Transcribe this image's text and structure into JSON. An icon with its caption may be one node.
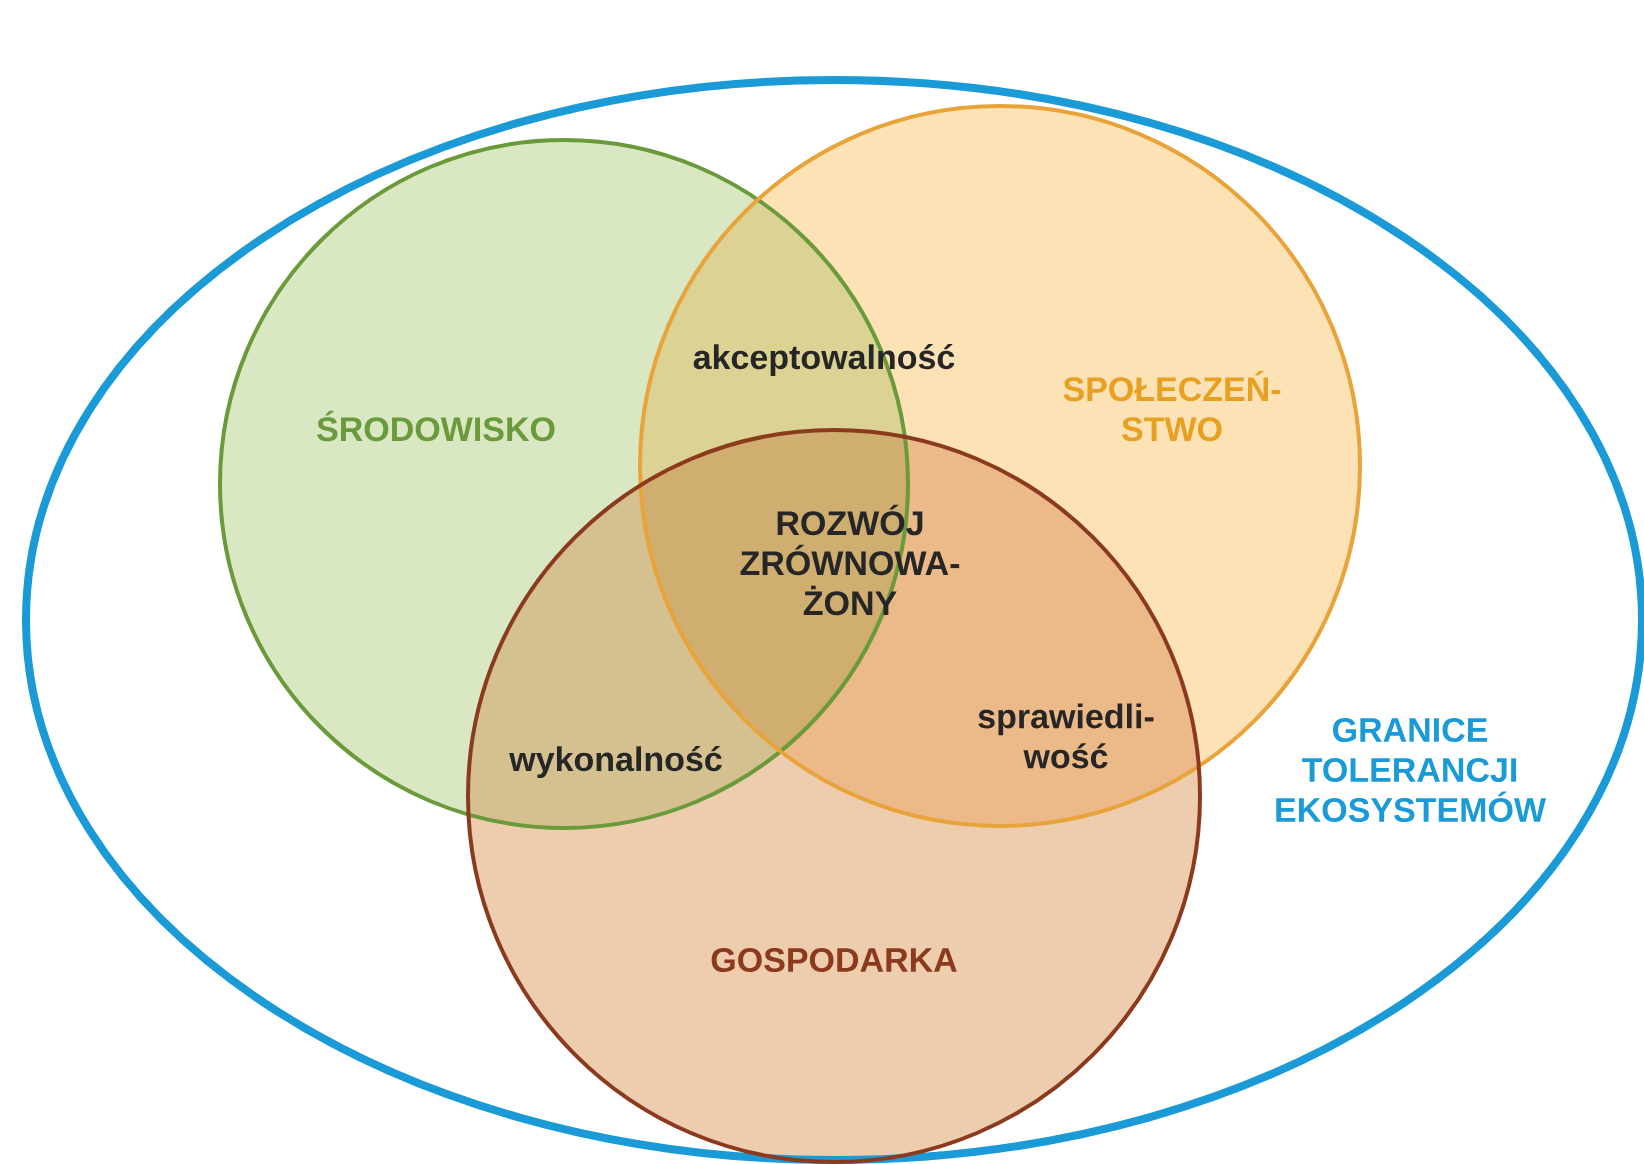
{
  "diagram": {
    "nodes": [
      {
        "text": [
          "GRANICE TOLERANCJI EKOSYSTEMÓW"
        ]
      },
      {
        "text": [
          "ŚRODOWISKO"
        ],
        "in": 0
      },
      {
        "text": [
          "SPOŁECZEŃ-STWO"
        ],
        "in": 0
      },
      {
        "text": [
          "GOSPODARKA"
        ],
        "in": 0
      }
    ],
    "labels": [
      "akceptowalność",
      "ROZWÓJ ZRÓWNOWA-ŻONY",
      "wykonalność",
      "sprawiedli-wość"
    ]
  }
}
